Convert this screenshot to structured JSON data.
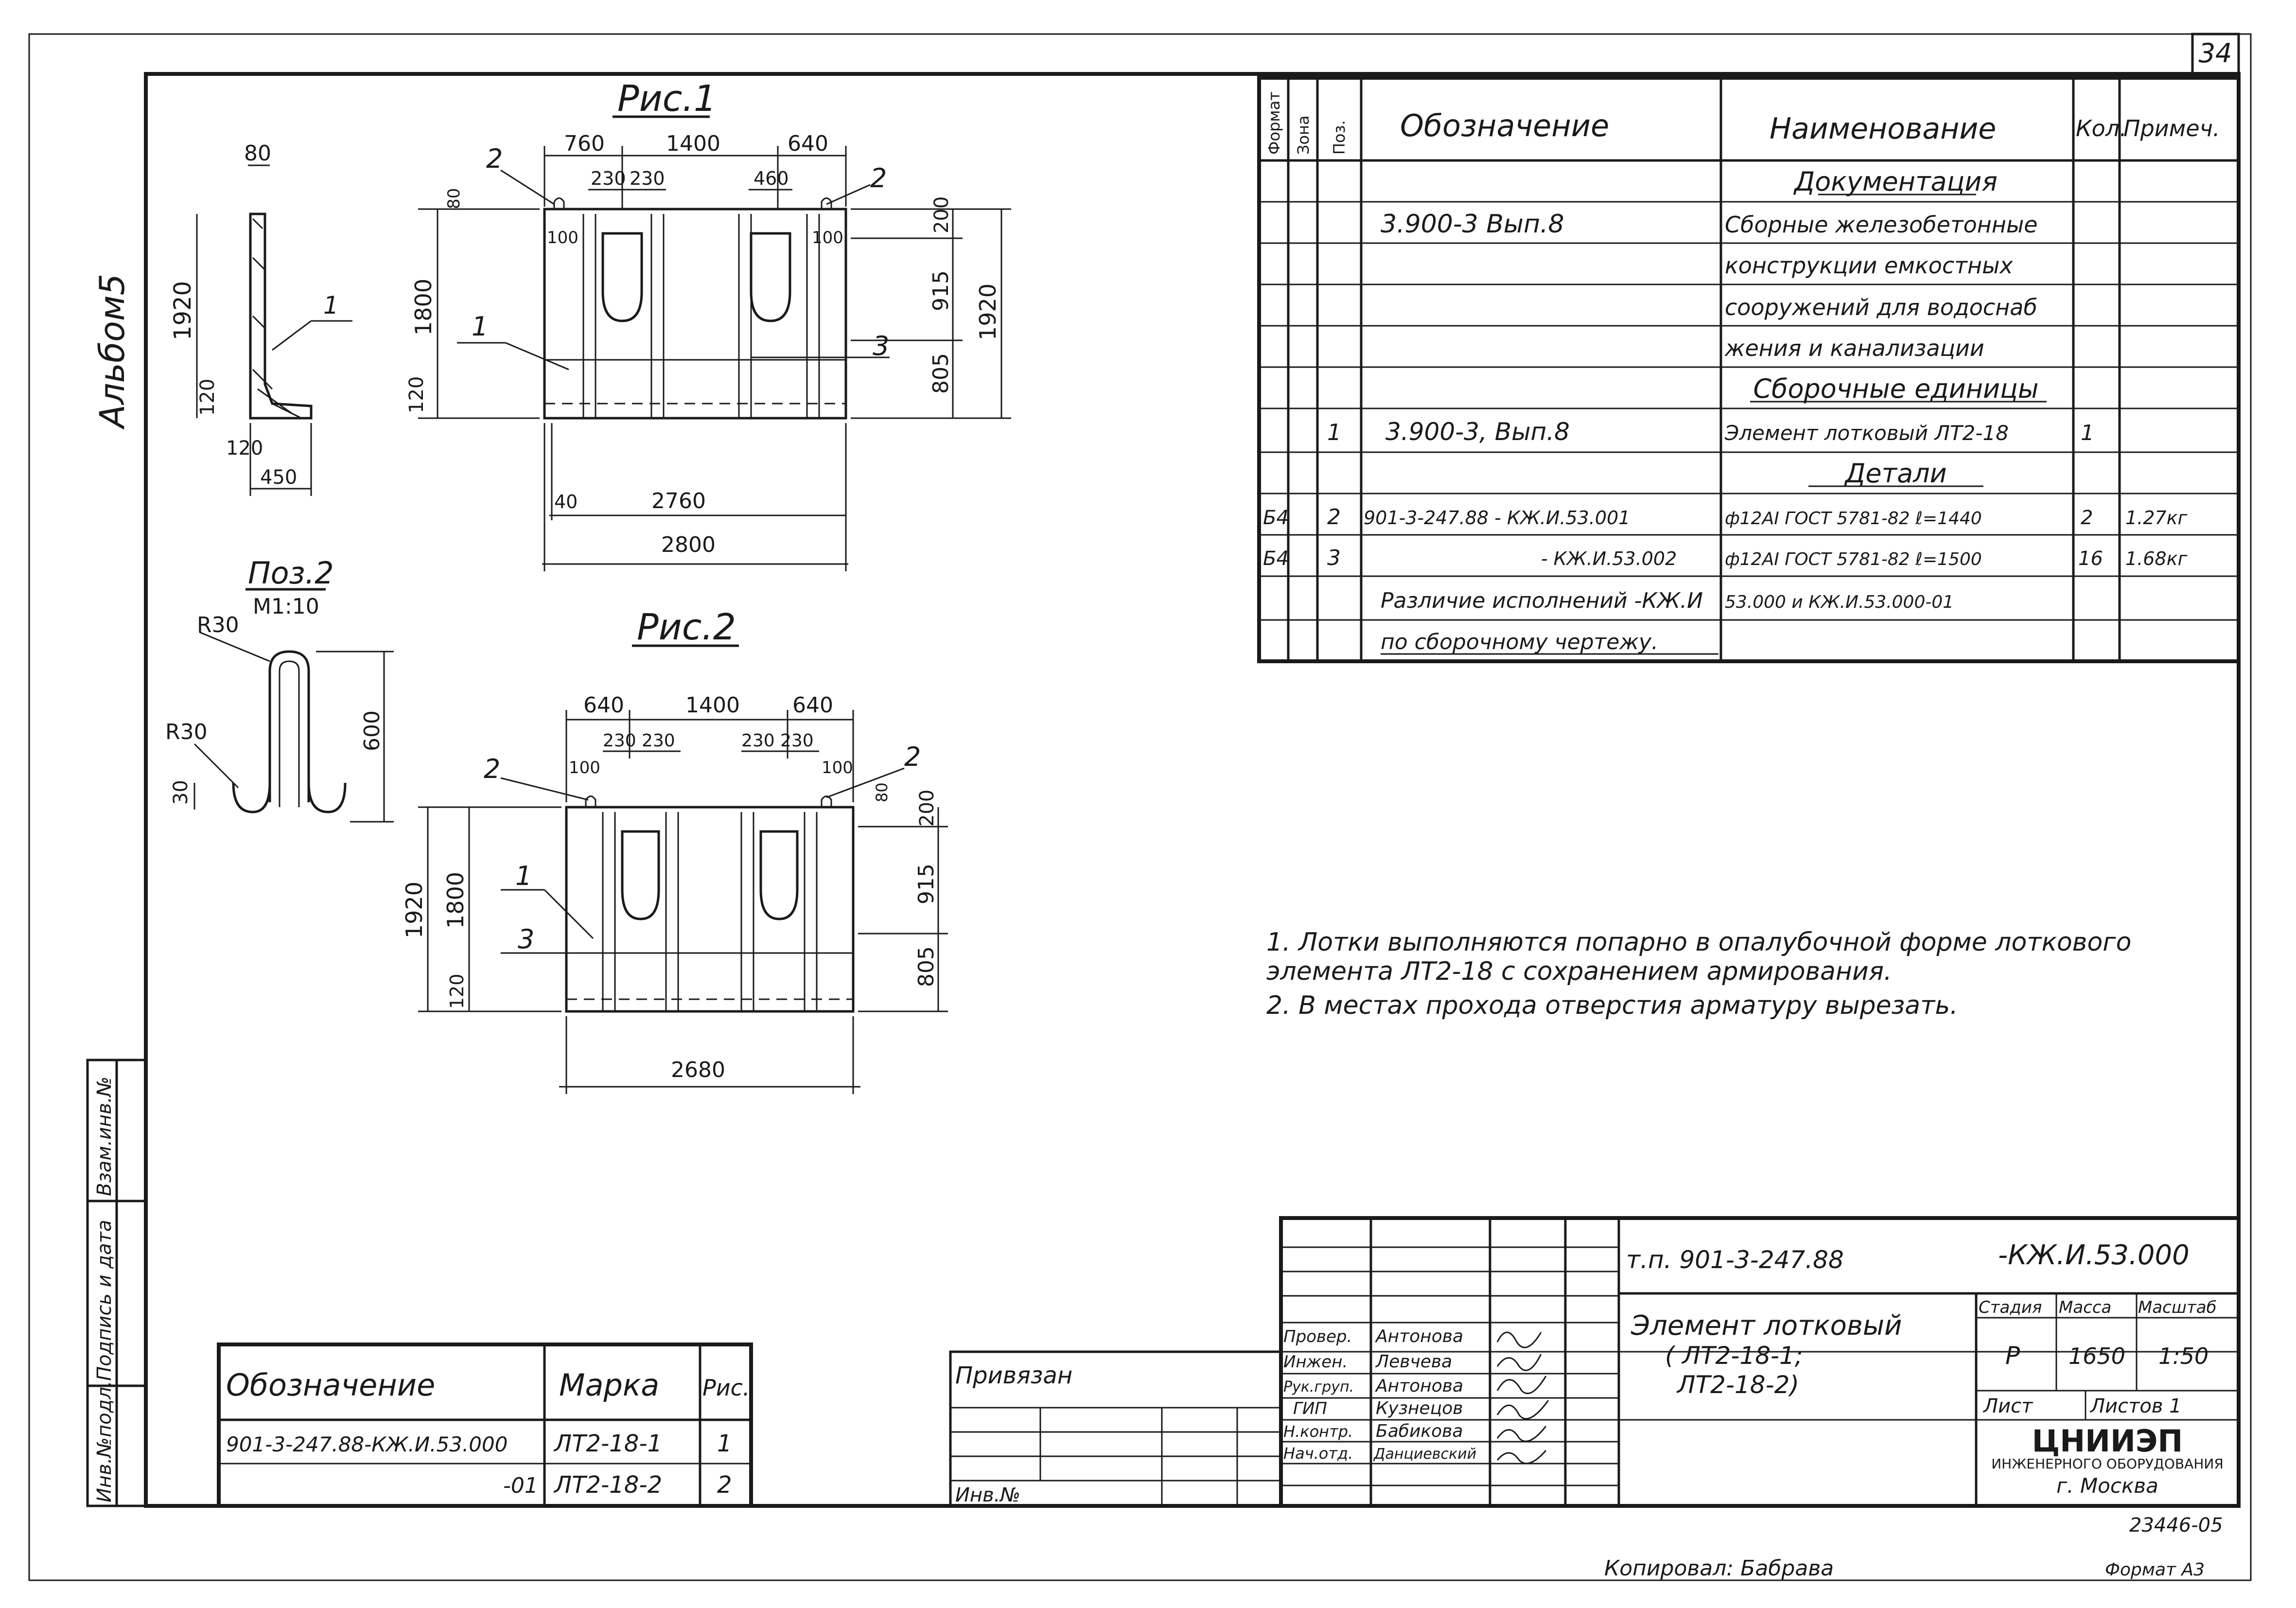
{
  "sheet": {
    "page_number": "34",
    "album_label": "Альбом5",
    "copied_by": "Копировал: Бабрава",
    "format": "Формат А3",
    "inventory_code": "23446-05"
  },
  "figures": {
    "fig1_title": "Рис.1",
    "fig2_title": "Рис.2",
    "pos2_title": "Поз.2",
    "pos2_scale": "М1:10",
    "section": {
      "dim_top": "80",
      "dim_height": "1920",
      "dim_base_h": "120",
      "dim_120": "120",
      "dim_base_w": "450",
      "leader": "1"
    },
    "fig1": {
      "dims_top": [
        "760",
        "1400",
        "640"
      ],
      "dims_230": [
        "230",
        "230"
      ],
      "dim_460": "460",
      "dim_80": "80",
      "dim_100_l": "100",
      "dim_100_r": "100",
      "dim_200": "200",
      "dim_915": "915",
      "dim_805": "805",
      "dim_1920": "1920",
      "dim_1800": "1800",
      "dim_120": "120",
      "dim_40": "40",
      "dim_2760": "2760",
      "dim_2800": "2800",
      "leader_1": "1",
      "leader_2a": "2",
      "leader_2b": "2",
      "leader_3": "3"
    },
    "fig2": {
      "dims_top": [
        "640",
        "1400",
        "640"
      ],
      "dims_230_l": [
        "230",
        "230"
      ],
      "dims_230_r": [
        "230",
        "230"
      ],
      "dim_100_l": "100",
      "dim_100_r": "100",
      "dim_80": "80",
      "dim_200": "200",
      "dim_915": "915",
      "dim_805": "805",
      "dim_1920": "1920",
      "dim_1800": "1800",
      "dim_120": "120",
      "dim_2680": "2680",
      "leader_1": "1",
      "leader_2a": "2",
      "leader_2b": "2",
      "leader_3": "3"
    },
    "pos2": {
      "r_top": "R30",
      "r_bottom": "R30",
      "dim_30": "30",
      "dim_600": "600"
    }
  },
  "spec_table": {
    "headers": {
      "format": "Формат",
      "zone": "Зона",
      "pos": "Поз.",
      "designation": "Обозначение",
      "name": "Наименование",
      "qty": "Кол.",
      "note": "Примеч."
    },
    "rows": [
      {
        "format": "",
        "pos": "",
        "designation": "",
        "name": "Документация",
        "qty": "",
        "note": "",
        "section": true
      },
      {
        "format": "",
        "pos": "",
        "designation": "3.900-3  Вып.8",
        "name": "Сборные железобетонные",
        "qty": "",
        "note": ""
      },
      {
        "format": "",
        "pos": "",
        "designation": "",
        "name": "конструкции емкостных",
        "qty": "",
        "note": ""
      },
      {
        "format": "",
        "pos": "",
        "designation": "",
        "name": "сооружений для водоснаб",
        "qty": "",
        "note": ""
      },
      {
        "format": "",
        "pos": "",
        "designation": "",
        "name": "жения и канализации",
        "qty": "",
        "note": ""
      },
      {
        "format": "",
        "pos": "",
        "designation": "",
        "name": "Сборочные единицы",
        "qty": "",
        "note": "",
        "section": true
      },
      {
        "format": "",
        "pos": "1",
        "designation": "3.900-3, Вып.8",
        "name": "Элемент лотковый ЛТ2-18",
        "qty": "1",
        "note": ""
      },
      {
        "format": "",
        "pos": "",
        "designation": "",
        "name": "Детали",
        "qty": "",
        "note": "",
        "section": true
      },
      {
        "format": "Б4",
        "pos": "2",
        "designation": "901-3-247.88 - КЖ.И.53.001",
        "name": "ф12АI ГОСТ 5781-82 ℓ=1440",
        "qty": "2",
        "note": "1.27кг"
      },
      {
        "format": "Б4",
        "pos": "3",
        "designation": "- КЖ.И.53.002",
        "name": "ф12АI ГОСТ 5781-82 ℓ=1500",
        "qty": "16",
        "note": "1.68кг"
      },
      {
        "format": "",
        "pos": "",
        "designation": "Различие исполнений -КЖ.И",
        "name": "53.000 и      КЖ.И.53.000-01",
        "qty": "",
        "note": ""
      },
      {
        "format": "",
        "pos": "",
        "designation": "по сборочному чертежу.",
        "name": "",
        "qty": "",
        "note": ""
      }
    ]
  },
  "notes": [
    "1.  Лотки выполняются попарно в опалубочной форме лоткового",
    "    элемента ЛТ2-18 с сохранением армирования.",
    "2.  В местах прохода отверстия арматуру вырезать."
  ],
  "marks_table": {
    "headers": {
      "designation": "Обозначение",
      "mark": "Марка",
      "fig": "Рис."
    },
    "rows": [
      {
        "designation": "901-3-247.88-КЖ.И.53.000",
        "mark": "ЛТ2-18-1",
        "fig": "1"
      },
      {
        "designation": "-01",
        "mark": "ЛТ2-18-2",
        "fig": "2"
      }
    ]
  },
  "binding": {
    "label": "Привязан",
    "inv_label": "Инв.№"
  },
  "side_stamp": [
    "Инв.№подл.",
    "Подпись и дата",
    "Взам.инв.№"
  ],
  "title_block": {
    "project_code": "т.п. 901-3-247.88",
    "doc_code": "-КЖ.И.53.000",
    "element_name_1": "Элемент лотковый",
    "element_name_2": "( ЛТ2-18-1;",
    "element_name_3": "ЛТ2-18-2)",
    "roles": [
      {
        "role": "Провер.",
        "name": "Антонова"
      },
      {
        "role": "Инжен.",
        "name": "Левчева"
      },
      {
        "role": "Рук.груп.",
        "name": "Антонова"
      },
      {
        "role": "ГИП",
        "name": "Кузнецов"
      },
      {
        "role": "Н.контр.",
        "name": "Бабикова"
      },
      {
        "role": "Нач.отд.",
        "name": "Данциевский"
      }
    ],
    "stage_label": "Стадия",
    "mass_label": "Масса",
    "scale_label": "Масштаб",
    "stage": "Р",
    "mass": "1650",
    "scale": "1:50",
    "sheet_label": "Лист",
    "sheets_label": "Листов 1",
    "org_1": "ЦНИИЭП",
    "org_2": "ИНЖЕНЕРНОГО ОБОРУДОВАНИЯ",
    "org_3": "г. Москва"
  }
}
